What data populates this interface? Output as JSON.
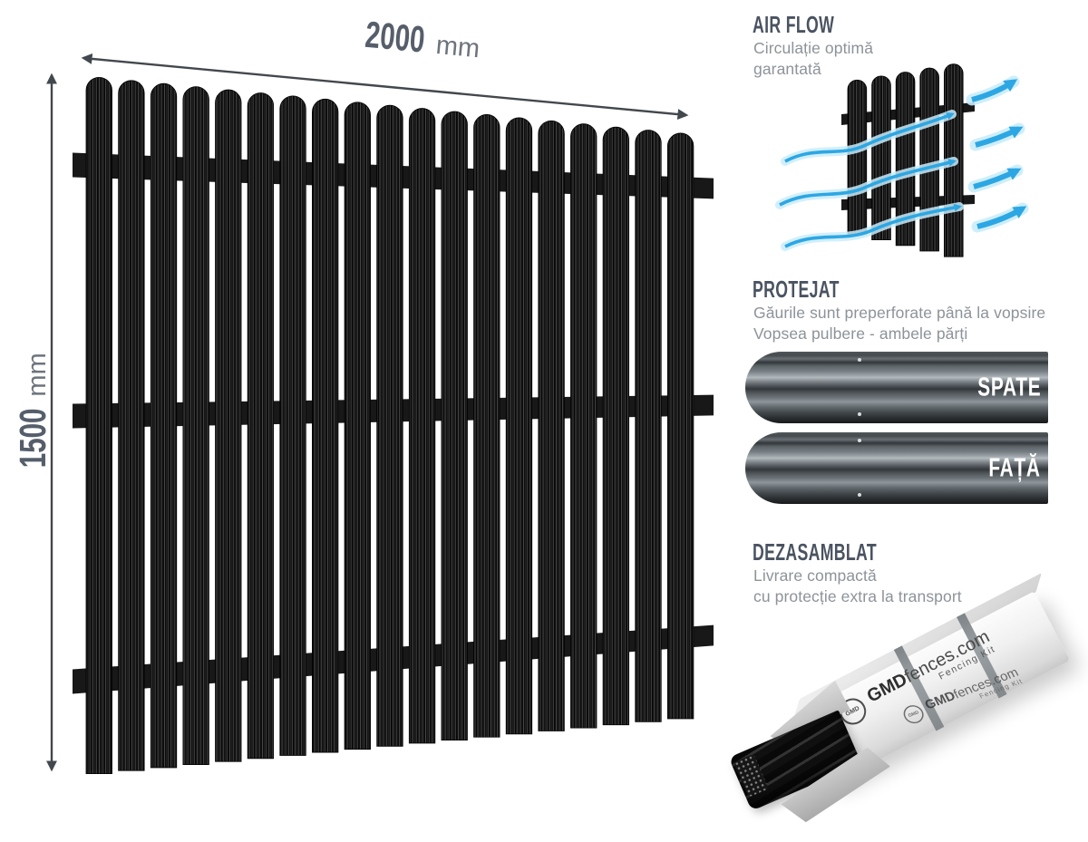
{
  "page": {
    "background": "#ffffff"
  },
  "dimensions": {
    "width": {
      "value": "2000",
      "unit": "mm"
    },
    "height": {
      "value": "1500",
      "unit": "mm"
    }
  },
  "fence": {
    "picket_count": 19,
    "rail_count": 3,
    "picket_color": "#070707",
    "rib_highlight": "#4a4a4a",
    "rail_color": "#181818",
    "arrow_color": "#42484d"
  },
  "sections": {
    "airflow": {
      "title": "AIR FLOW",
      "line1": "Circulație optimă",
      "line2": "garantată",
      "picket_count": 5,
      "arrow_color": "#2da7e3",
      "glow_color": "#c9ecfb"
    },
    "protejat": {
      "title": "PROTEJAT",
      "line1": "Găurile sunt preperforate până la vopsire",
      "line2": "Vopsea pulbere - ambele părți",
      "slats": [
        {
          "label": "SPATE"
        },
        {
          "label": "FAȚĂ"
        }
      ]
    },
    "dezasamblat": {
      "title": "DEZASAMBLAT",
      "line1": "Livrare compactă",
      "line2": "cu protecție extra la transport",
      "package": {
        "brand_bold": "GMD",
        "brand_rest": "fences.com",
        "kit_label": "Fencing Kit",
        "logo_text": "GMD"
      }
    }
  },
  "text_colors": {
    "heading": "#4a5361",
    "body": "#8d939a",
    "dimension": "#565e6b"
  }
}
